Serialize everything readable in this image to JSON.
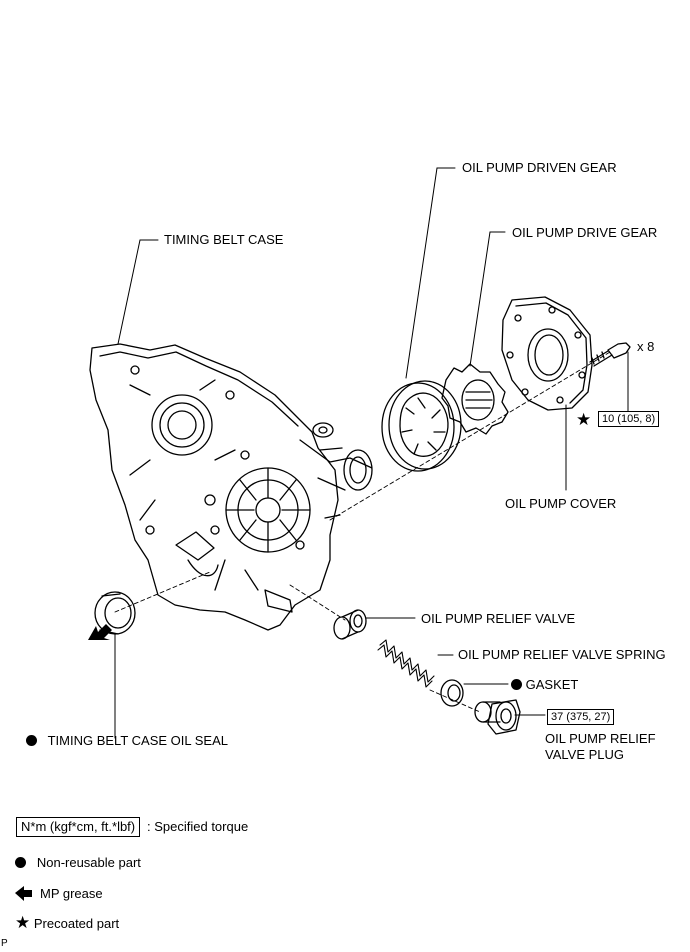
{
  "labels": {
    "timing_belt_case": "TIMING BELT CASE",
    "oil_pump_driven_gear": "OIL PUMP DRIVEN GEAR",
    "oil_pump_drive_gear": "OIL PUMP DRIVE GEAR",
    "bolt_count": "x 8",
    "oil_pump_cover": "OIL PUMP COVER",
    "oil_pump_relief_valve": "OIL PUMP RELIEF VALVE",
    "oil_pump_relief_valve_spring": "OIL PUMP RELIEF VALVE SPRING",
    "gasket": "GASKET",
    "timing_belt_case_oil_seal": "TIMING BELT CASE OIL SEAL",
    "oil_pump_relief_valve_plug_line1": "OIL PUMP RELIEF",
    "oil_pump_relief_valve_plug_line2": "VALVE PLUG"
  },
  "torques": {
    "cover_bolt": "10 (105, 8)",
    "relief_plug": "37 (375, 27)"
  },
  "legend": {
    "torque_box": "N*m (kgf*cm, ft.*lbf)",
    "torque_text": ": Specified torque",
    "non_reusable": "Non-reusable part",
    "mp_grease": "MP grease",
    "precoated": "Precoated part"
  },
  "corner_mark": "P"
}
